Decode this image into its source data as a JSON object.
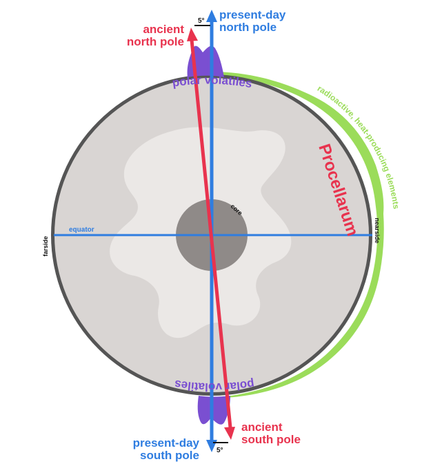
{
  "labels": {
    "present_north": [
      "present-day",
      "north pole"
    ],
    "present_south": [
      "present-day",
      "south pole"
    ],
    "ancient_north": [
      "ancient",
      "north pole"
    ],
    "ancient_south": [
      "ancient",
      "south pole"
    ],
    "angle_top": "5°",
    "angle_bottom": "5°",
    "polar_volatiles_top": "polar volatiles",
    "polar_volatiles_bottom": "polar volatiles",
    "radioactive": "radioactive, heat-producing elements",
    "procellarum": "Procellarum",
    "equator": "equator",
    "core": "core",
    "farside": "farside",
    "nearside": "nearside"
  },
  "colors": {
    "present_axis": "#2f7de0",
    "ancient_axis": "#e8334e",
    "volatiles": "#7a4fd1",
    "radioactive": "#9bdc5a",
    "crust": "#555555",
    "mantle": "#d9d5d3",
    "inner_region": "#ebe8e6",
    "core": "#8f8a88",
    "equator": "#2f7de0"
  }
}
